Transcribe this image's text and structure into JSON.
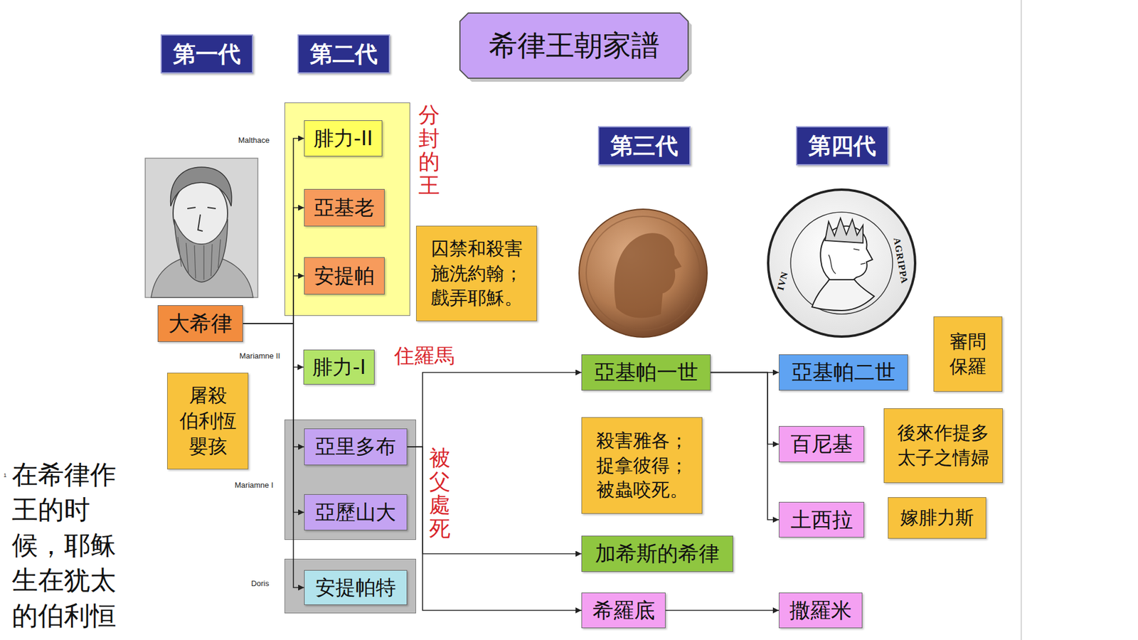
{
  "diagram": {
    "title": "希律王朝家譜",
    "caption": "在希律作 王的时 候，耶稣 生在犹太 的伯利恒",
    "nodes": [
      {
        "text": [
          "第一代"
        ]
      },
      {
        "text": [
          "第二代"
        ]
      },
      {
        "text": [
          "分封的王"
        ]
      },
      {
        "text": [
          "腓力-II"
        ],
        "in": 2
      },
      {
        "text": [
          "亞基老"
        ],
        "in": 2
      },
      {
        "text": [
          "安提帕"
        ],
        "in": 2
      },
      {
        "text": [
          "第三代"
        ]
      },
      {
        "text": [
          "第四代"
        ]
      },
      {
        "text": [
          "囚禁和殺害 施洗約翰； 戲弄耶穌。"
        ]
      },
      {
        "text": [
          "大希律"
        ]
      },
      {
        "text": [
          "審問 保羅"
        ]
      },
      {
        "text": [
          "腓力-I"
        ]
      },
      {
        "text": [
          "亞基帕一世"
        ]
      },
      {
        "text": [
          "亞基帕二世"
        ]
      },
      {
        "text": [
          "屠殺 伯利恆 嬰孩"
        ]
      },
      {
        "text": [
          "被父處死"
        ]
      },
      {
        "text": [
          "亞里多布"
        ],
        "in": 15
      },
      {
        "text": [
          "殺害雅各； 捉拿彼得； 被蟲咬死。"
        ]
      },
      {
        "text": [
          "百尼基"
        ]
      },
      {
        "text": [
          "後來作提多 太子之情婦"
        ]
      },
      {
        "text": [
          "亞歷山大"
        ],
        "in": 15
      },
      {
        "text": [
          "土西拉"
        ]
      },
      {
        "text": [
          "嫁腓力斯"
        ]
      },
      {
        "text": [
          "加希斯的希律"
        ]
      },
      {
        "text": [
          "Doris"
        ]
      },
      {
        "text": [
          "安提帕特"
        ],
        "in": 24
      },
      {
        "text": [
          "希羅底"
        ]
      },
      {
        "text": [
          "撒羅米"
        ]
      }
    ],
    "edges": [
      {
        "from": 9,
        "to": 3,
        "arrow": "to"
      },
      {
        "from": 9,
        "to": 4,
        "arrow": "to"
      },
      {
        "from": 9,
        "to": 5,
        "arrow": "to"
      },
      {
        "from": 9,
        "to": 11,
        "arrow": "to"
      },
      {
        "from": 9,
        "to": 16,
        "arrow": "to"
      },
      {
        "from": 9,
        "to": 20,
        "arrow": "to"
      },
      {
        "from": 9,
        "to": 25,
        "arrow": "to"
      },
      {
        "from": 16,
        "to": 12,
        "arrow": "to"
      },
      {
        "from": 16,
        "to": 23,
        "arrow": "to"
      },
      {
        "from": 16,
        "to": 26,
        "arrow": "to"
      },
      {
        "from": 12,
        "to": 13,
        "arrow": "to"
      },
      {
        "from": 12,
        "to": 18,
        "arrow": "to"
      },
      {
        "from": 12,
        "to": 21,
        "arrow": "to"
      },
      {
        "from": 26,
        "to": 27,
        "arrow": "to"
      }
    ],
    "labels": [
      "Malthace",
      "Mariamne II",
      "住羅馬",
      "Mariamne I",
      "1",
      "AGRIPPA",
      "IVN"
    ]
  }
}
